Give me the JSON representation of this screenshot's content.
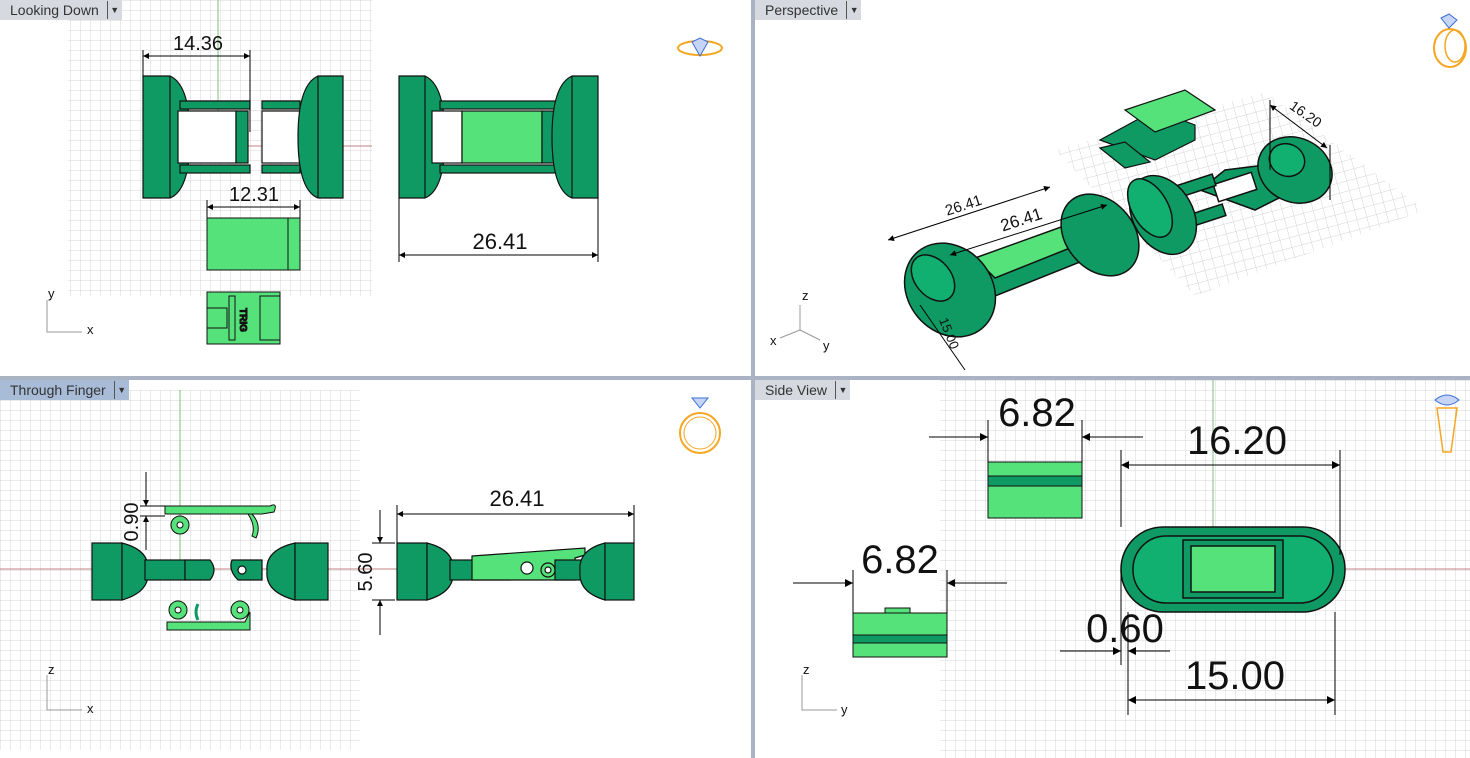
{
  "colors": {
    "dark_green": "#0e9a62",
    "light_green": "#55e27a",
    "grid": "#d4d4d4",
    "x_axis": "#c08080",
    "y_axis": "#7fbf7f",
    "active_tab": "#a8bcd8",
    "ring_gold": "#f5a623",
    "gem_blue": "#3a6fd8"
  },
  "viewports": [
    {
      "title": "Looking Down",
      "active": false,
      "axes": [
        "y",
        "x"
      ],
      "icon": "ring-top-icon",
      "dims": [
        "14.36",
        "12.31",
        "26.41"
      ]
    },
    {
      "title": "Perspective",
      "active": false,
      "axes": [
        "z",
        "x",
        "y"
      ],
      "icon": "ring-perspective-icon",
      "dims": [
        "26.41",
        "26.41",
        "16.20",
        "15.00"
      ]
    },
    {
      "title": "Through Finger",
      "active": true,
      "axes": [
        "z",
        "x"
      ],
      "icon": "ring-front-icon",
      "dims": [
        "0.90",
        "5.60",
        "26.41"
      ]
    },
    {
      "title": "Side View",
      "active": false,
      "axes": [
        "z",
        "y"
      ],
      "icon": "ring-side-icon",
      "dims": [
        "6.82",
        "16.20",
        "6.82",
        "0.60",
        "15.00"
      ]
    }
  ],
  "dropdown_icon": "caret-down-icon"
}
